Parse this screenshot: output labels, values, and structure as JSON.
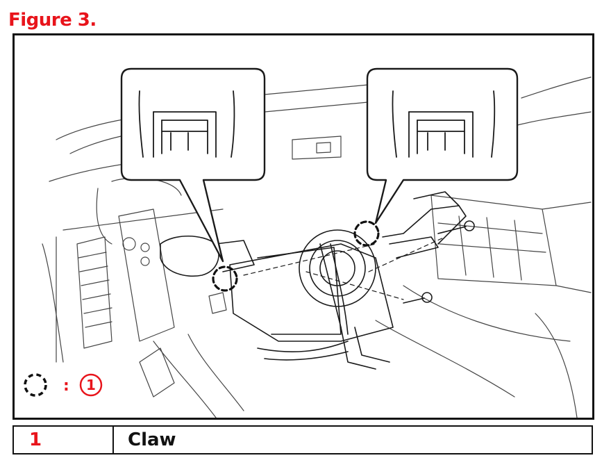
{
  "figure": {
    "title": "Figure 3.",
    "callout_separator": ":",
    "callout_number": "1",
    "colors": {
      "title": "#e8141b",
      "callout": "#e8141b",
      "line": "#1a1a1a"
    }
  },
  "legend": {
    "rows": [
      {
        "number": "1",
        "label": "Claw"
      }
    ]
  }
}
